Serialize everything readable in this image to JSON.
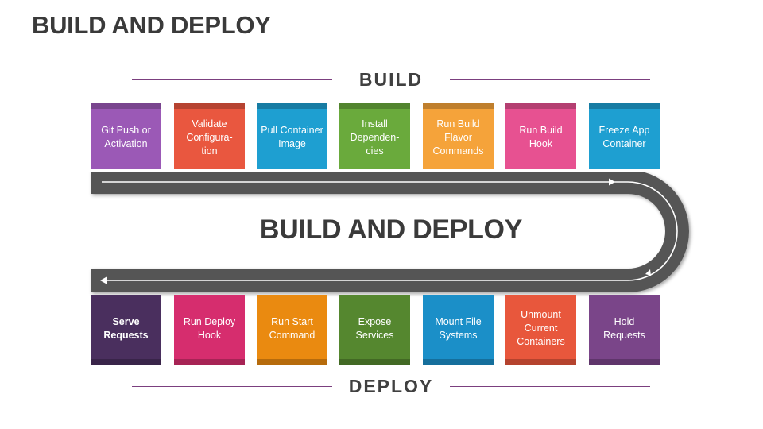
{
  "title": "BUILD AND DEPLOY",
  "center_title": "BUILD AND DEPLOY",
  "build_label": "BUILD",
  "deploy_label": "DEPLOY",
  "colors": {
    "road": "#555555",
    "road_line": "#ffffff",
    "rule": "#7b3f7f"
  },
  "build_steps": [
    {
      "label": "Git Push or Activation",
      "color": "#9b59b6"
    },
    {
      "label": "Validate Configura- tion",
      "color": "#e9573f"
    },
    {
      "label": "Pull Container Image",
      "color": "#1e9fd1"
    },
    {
      "label": "Install Dependen- cies",
      "color": "#6aaa3c"
    },
    {
      "label": "Run Build Flavor Commands",
      "color": "#f5a33a"
    },
    {
      "label": "Run Build Hook",
      "color": "#e75191"
    },
    {
      "label": "Freeze App Container",
      "color": "#1e9fd1"
    }
  ],
  "deploy_steps": [
    {
      "label": "Serve Requests",
      "color": "#4a2f5e"
    },
    {
      "label": "Run Deploy Hook",
      "color": "#d62d6e"
    },
    {
      "label": "Run Start Command",
      "color": "#ea8a10"
    },
    {
      "label": "Expose Services",
      "color": "#55872f"
    },
    {
      "label": "Mount File Systems",
      "color": "#1b8fc8"
    },
    {
      "label": "Unmount Current Containers",
      "color": "#e8573c"
    },
    {
      "label": "Hold Requests",
      "color": "#7a4589"
    }
  ]
}
